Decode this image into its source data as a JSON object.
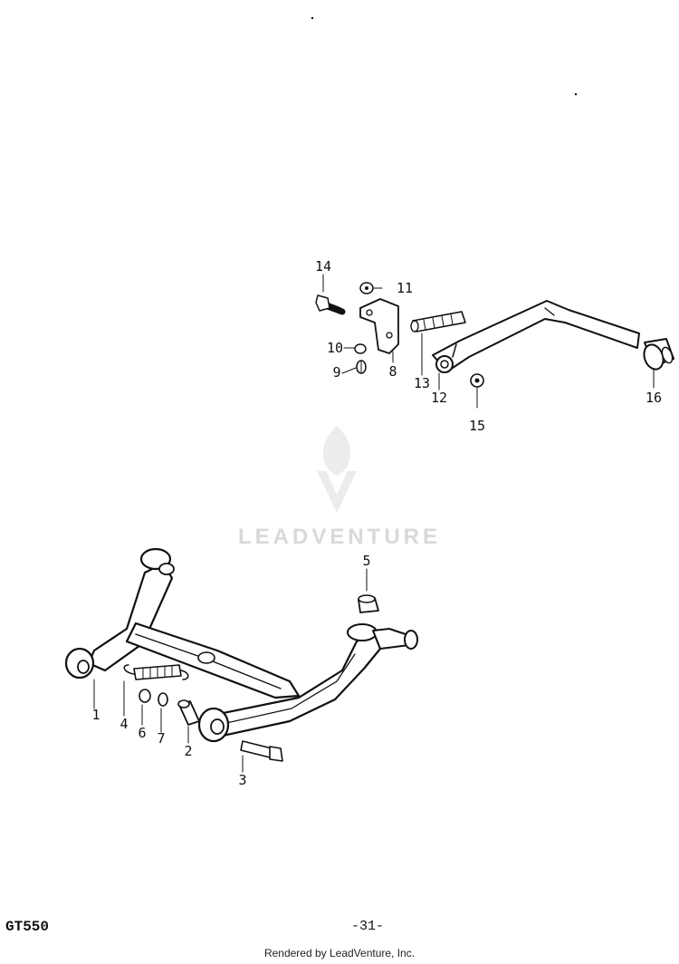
{
  "model_code": "GT550",
  "page_number": "-31-",
  "watermark": "LEADVENTURE",
  "footer_credit": "Rendered by LeadVenture, Inc.",
  "callouts": [
    "1",
    "2",
    "3",
    "4",
    "5",
    "6",
    "7",
    "8",
    "9",
    "10",
    "11",
    "12",
    "13",
    "14",
    "15",
    "16"
  ]
}
